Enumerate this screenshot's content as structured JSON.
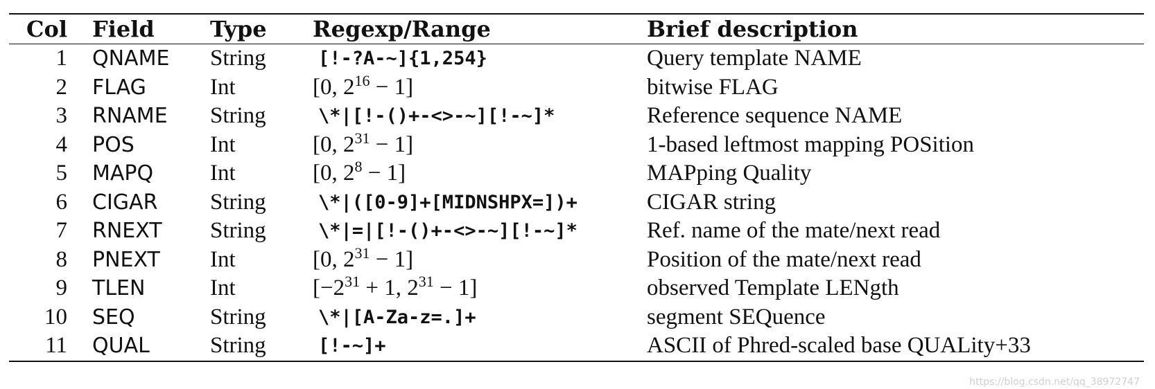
{
  "header": {
    "col": "Col",
    "field": "Field",
    "type": "Type",
    "range": "Regexp/Range",
    "description": "Brief description"
  },
  "rows": [
    {
      "col": "1",
      "field": "QNAME",
      "type": "String",
      "range_kind": "regex",
      "range": "[!-?A-~]{1,254}",
      "description": "Query template NAME"
    },
    {
      "col": "2",
      "field": "FLAG",
      "type": "Int",
      "range_kind": "math",
      "range_pre": "[0, 2",
      "range_exp": "16",
      "range_post": " − 1]",
      "description": "bitwise FLAG"
    },
    {
      "col": "3",
      "field": "RNAME",
      "type": "String",
      "range_kind": "regex",
      "range": "\\*|[!-()+-<>-~][!-~]*",
      "description": "Reference sequence NAME"
    },
    {
      "col": "4",
      "field": "POS",
      "type": "Int",
      "range_kind": "math",
      "range_pre": "[0, 2",
      "range_exp": "31",
      "range_post": " − 1]",
      "description": "1-based leftmost mapping POSition"
    },
    {
      "col": "5",
      "field": "MAPQ",
      "type": "Int",
      "range_kind": "math",
      "range_pre": "[0, 2",
      "range_exp": "8",
      "range_post": " − 1]",
      "description": "MAPping Quality"
    },
    {
      "col": "6",
      "field": "CIGAR",
      "type": "String",
      "range_kind": "regex",
      "range": "\\*|([0-9]+[MIDNSHPX=])+",
      "description": "CIGAR string"
    },
    {
      "col": "7",
      "field": "RNEXT",
      "type": "String",
      "range_kind": "regex",
      "range": "\\*|=|[!-()+-<>-~][!-~]*",
      "description": "Ref. name of the mate/next read"
    },
    {
      "col": "8",
      "field": "PNEXT",
      "type": "Int",
      "range_kind": "math",
      "range_pre": "[0, 2",
      "range_exp": "31",
      "range_post": " − 1]",
      "description": "Position of the mate/next read"
    },
    {
      "col": "9",
      "field": "TLEN",
      "type": "Int",
      "range_kind": "math2",
      "range_a": "[−2",
      "range_exp1": "31",
      "range_b": " + 1, 2",
      "range_exp2": "31",
      "range_c": " − 1]",
      "description": "observed Template LENgth"
    },
    {
      "col": "10",
      "field": "SEQ",
      "type": "String",
      "range_kind": "regex",
      "range": "\\*|[A-Za-z=.]+",
      "description": "segment SEQuence"
    },
    {
      "col": "11",
      "field": "QUAL",
      "type": "String",
      "range_kind": "regex",
      "range": "[!-~]+",
      "description": "ASCII of Phred-scaled base QUALity+33"
    }
  ],
  "watermark": "https://blog.csdn.net/qq_38972747"
}
